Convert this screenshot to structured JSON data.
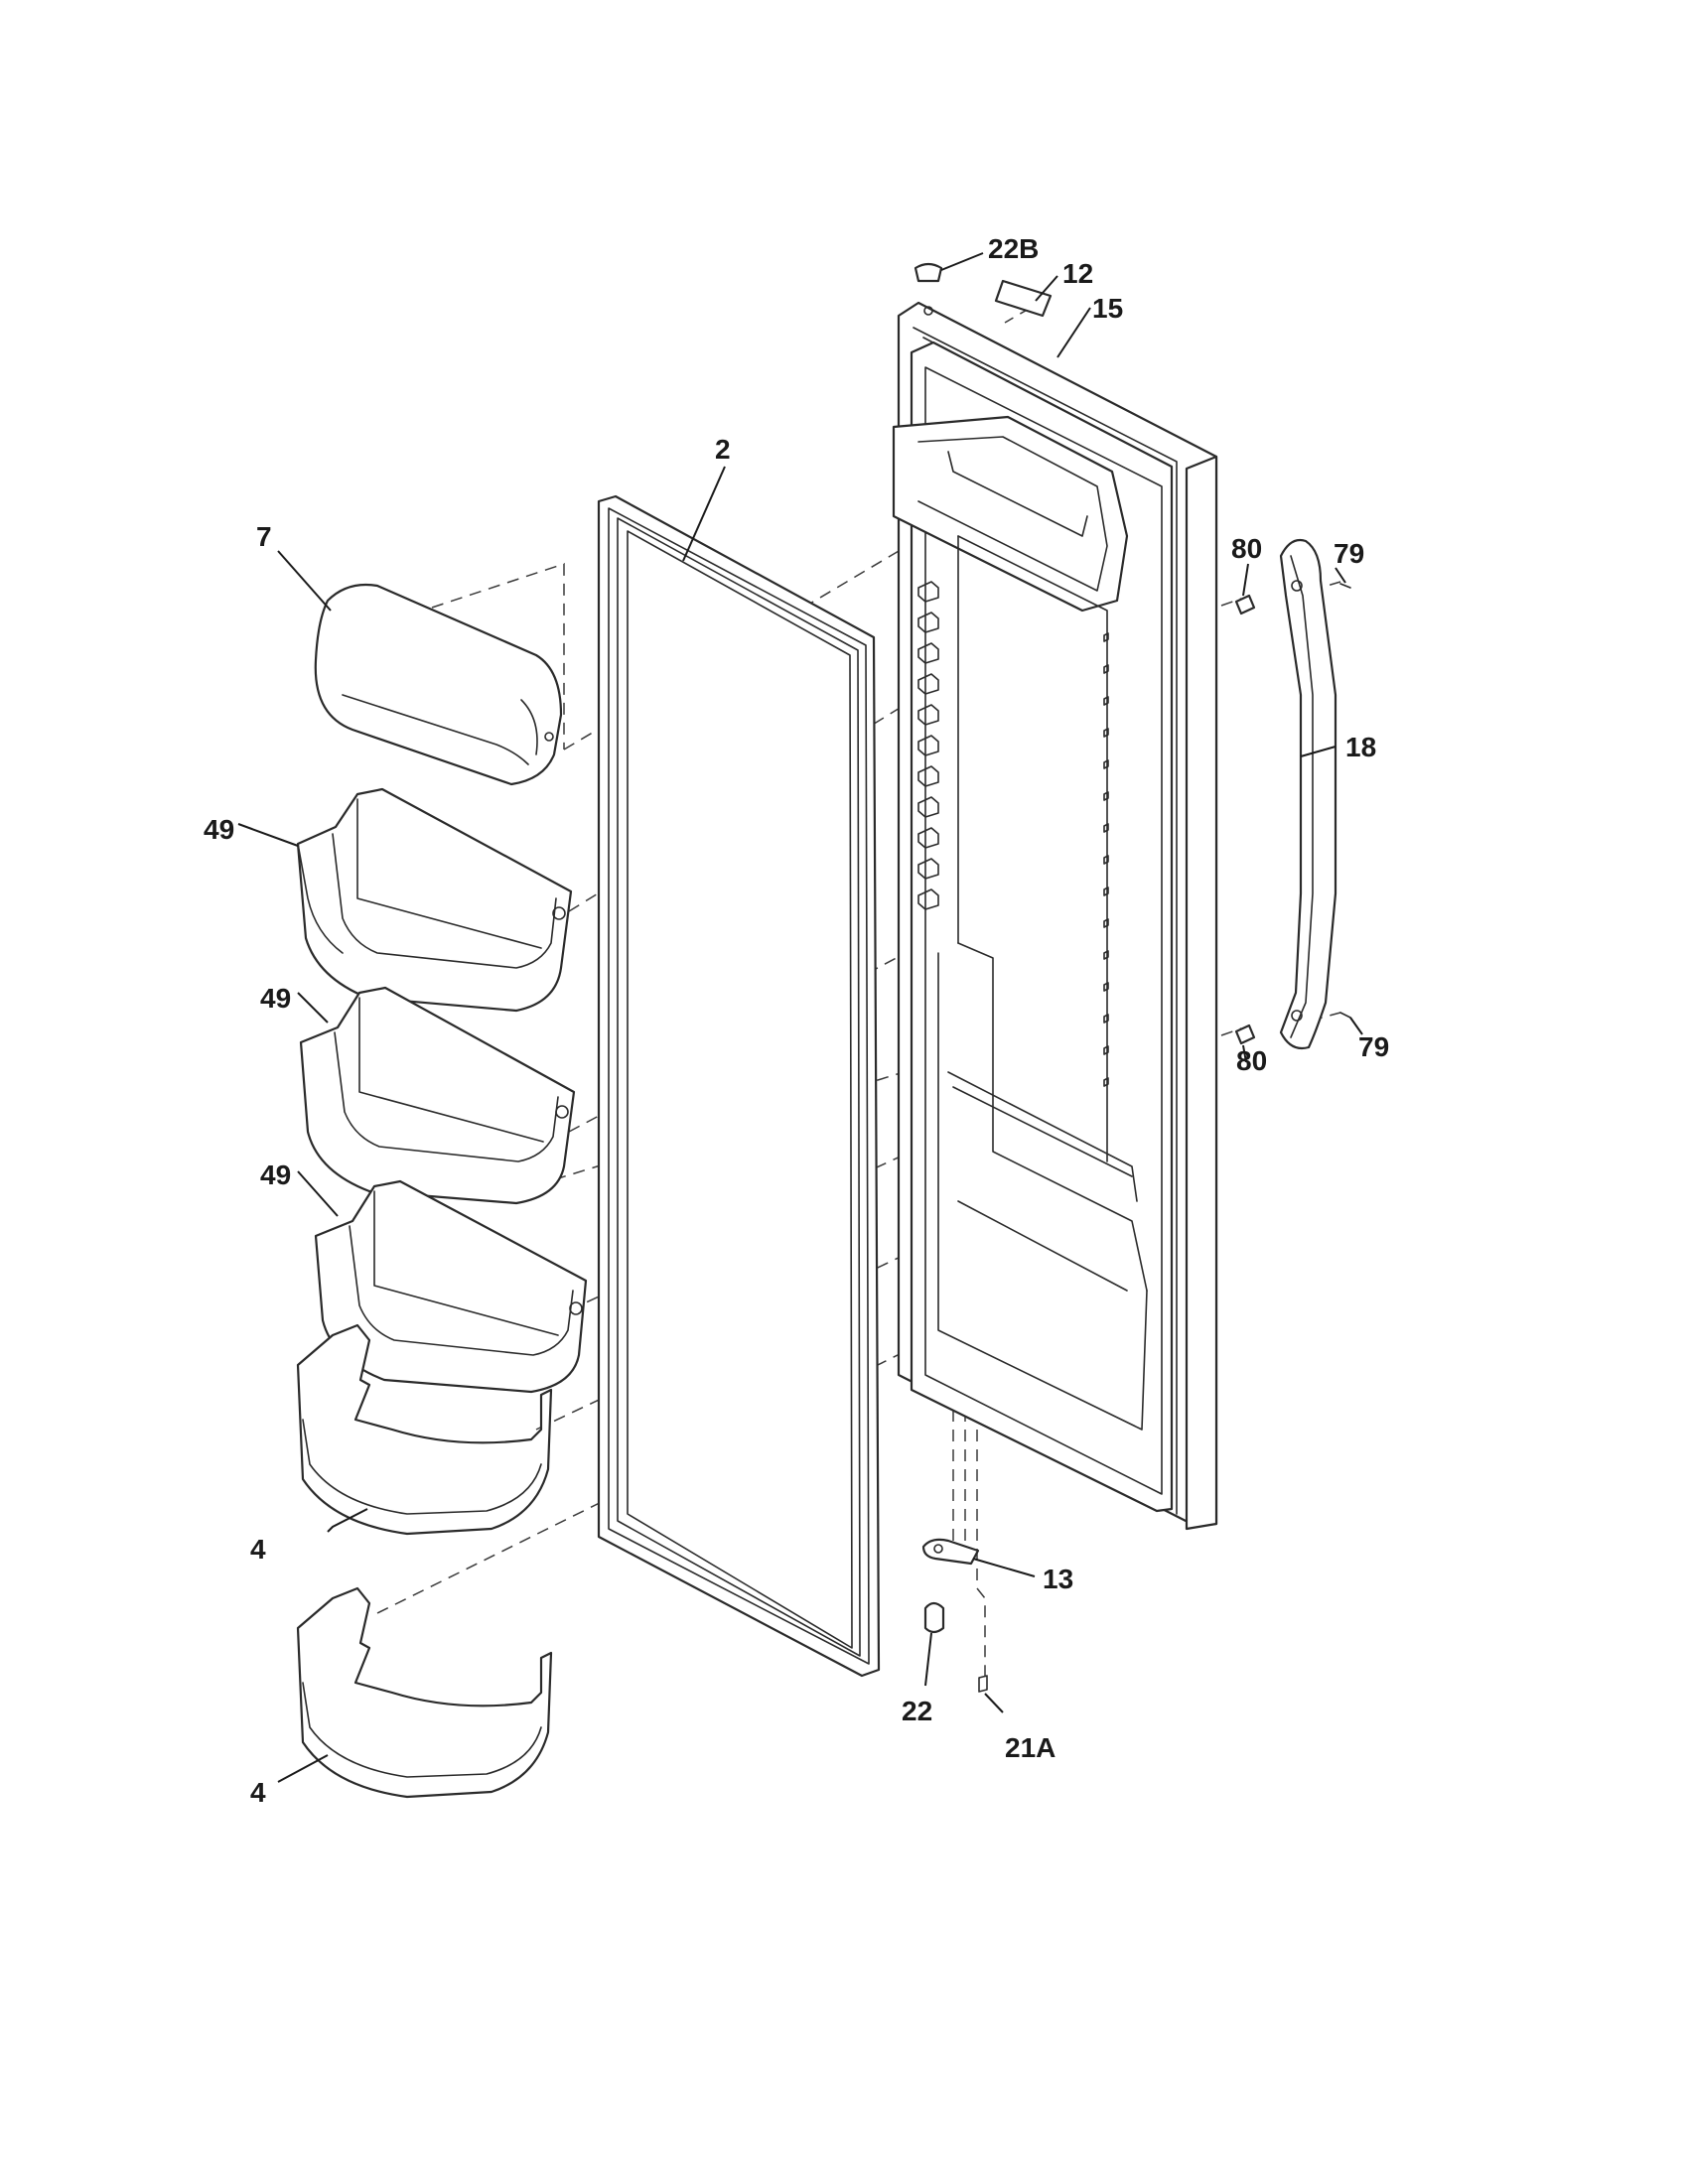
{
  "diagram": {
    "callouts": {
      "c22b": "22B",
      "c12": "12",
      "c15": "15",
      "c2": "2",
      "c7": "7",
      "c80_top": "80",
      "c79_top": "79",
      "c18": "18",
      "c49_a": "49",
      "c49_b": "49",
      "c49_c": "49",
      "c80_bottom": "80",
      "c79_bottom": "79",
      "c4_a": "4",
      "c13": "13",
      "c22": "22",
      "c21a": "21A",
      "c4_b": "4"
    }
  }
}
